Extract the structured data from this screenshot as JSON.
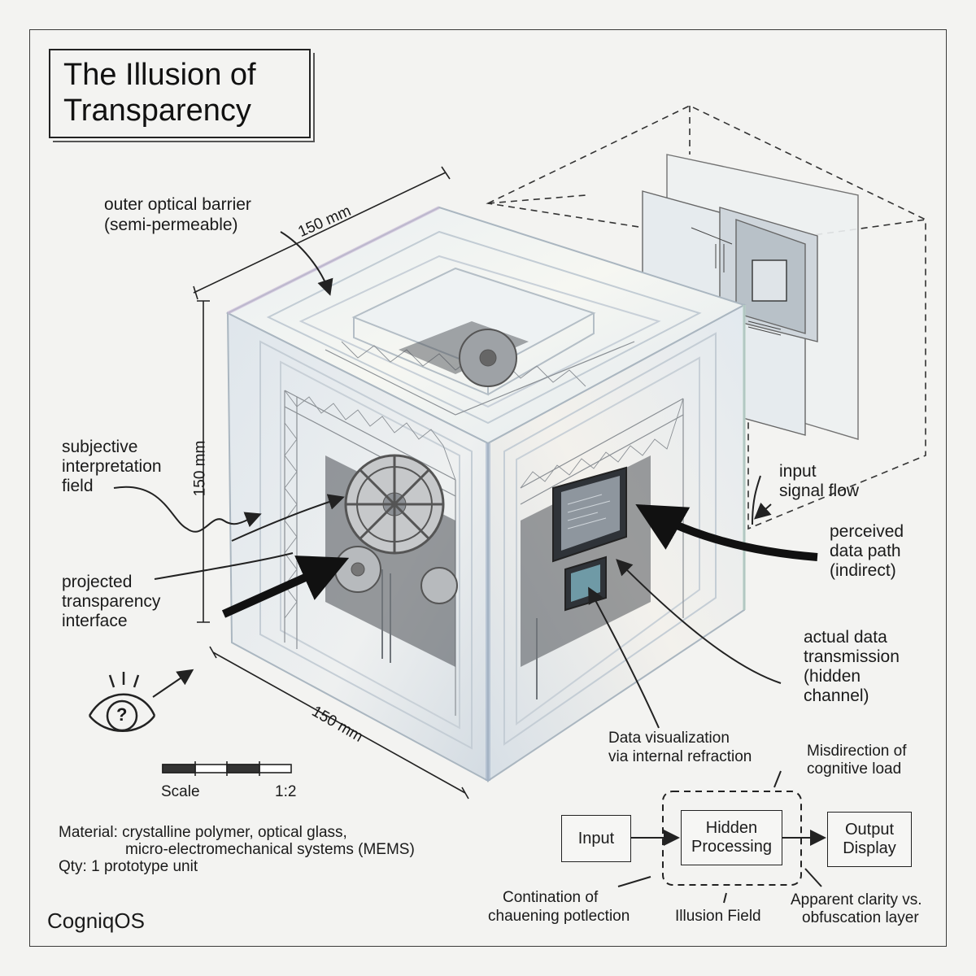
{
  "title": {
    "line1": "The Illusion of",
    "line2": "Transparency"
  },
  "dimensions": {
    "top": "150 mm",
    "side": "150 mm",
    "bottom": "150 mm"
  },
  "labels": {
    "outer_barrier_1": "outer optical barrier",
    "outer_barrier_2": "(semi-permeable)",
    "subjective_1": "subjective",
    "subjective_2": "interpretation",
    "subjective_3": "field",
    "projected_1": "projected",
    "projected_2": "transparency",
    "projected_3": "interface",
    "input_signal_1": "input",
    "input_signal_2": "signal flow",
    "perceived_1": "perceived",
    "perceived_2": "data path",
    "perceived_3": "(indirect)",
    "actual_1": "actual data",
    "actual_2": "transmission",
    "actual_3": "(hidden",
    "actual_4": "channel)",
    "dataviz_1": "Data visualization",
    "dataviz_2": "via internal refraction"
  },
  "scale": {
    "label": "Scale",
    "ratio": "1:2"
  },
  "material": {
    "line1": "Material: crystalline polymer, optical glass,",
    "line2": "micro-electromechanical systems (MEMS)",
    "line3": "Qty: 1 prototype unit"
  },
  "brand": "CogniqOS",
  "eye_symbol": "?",
  "flow": {
    "misdirection_1": "Misdirection of",
    "misdirection_2": "cognitive load",
    "input": "Input",
    "hidden_1": "Hidden",
    "hidden_2": "Processing",
    "output_1": "Output",
    "output_2": "Display",
    "contination_1": "Contination of",
    "contination_2": "chauening potlection",
    "illusion_field": "Illusion Field",
    "apparent_1": "Apparent clarity vs.",
    "apparent_2": "obfuscation layer"
  },
  "colors": {
    "ink": "#1c1c1c",
    "paper": "#f3f3f1",
    "glass_edge": "#b9c9d6"
  }
}
